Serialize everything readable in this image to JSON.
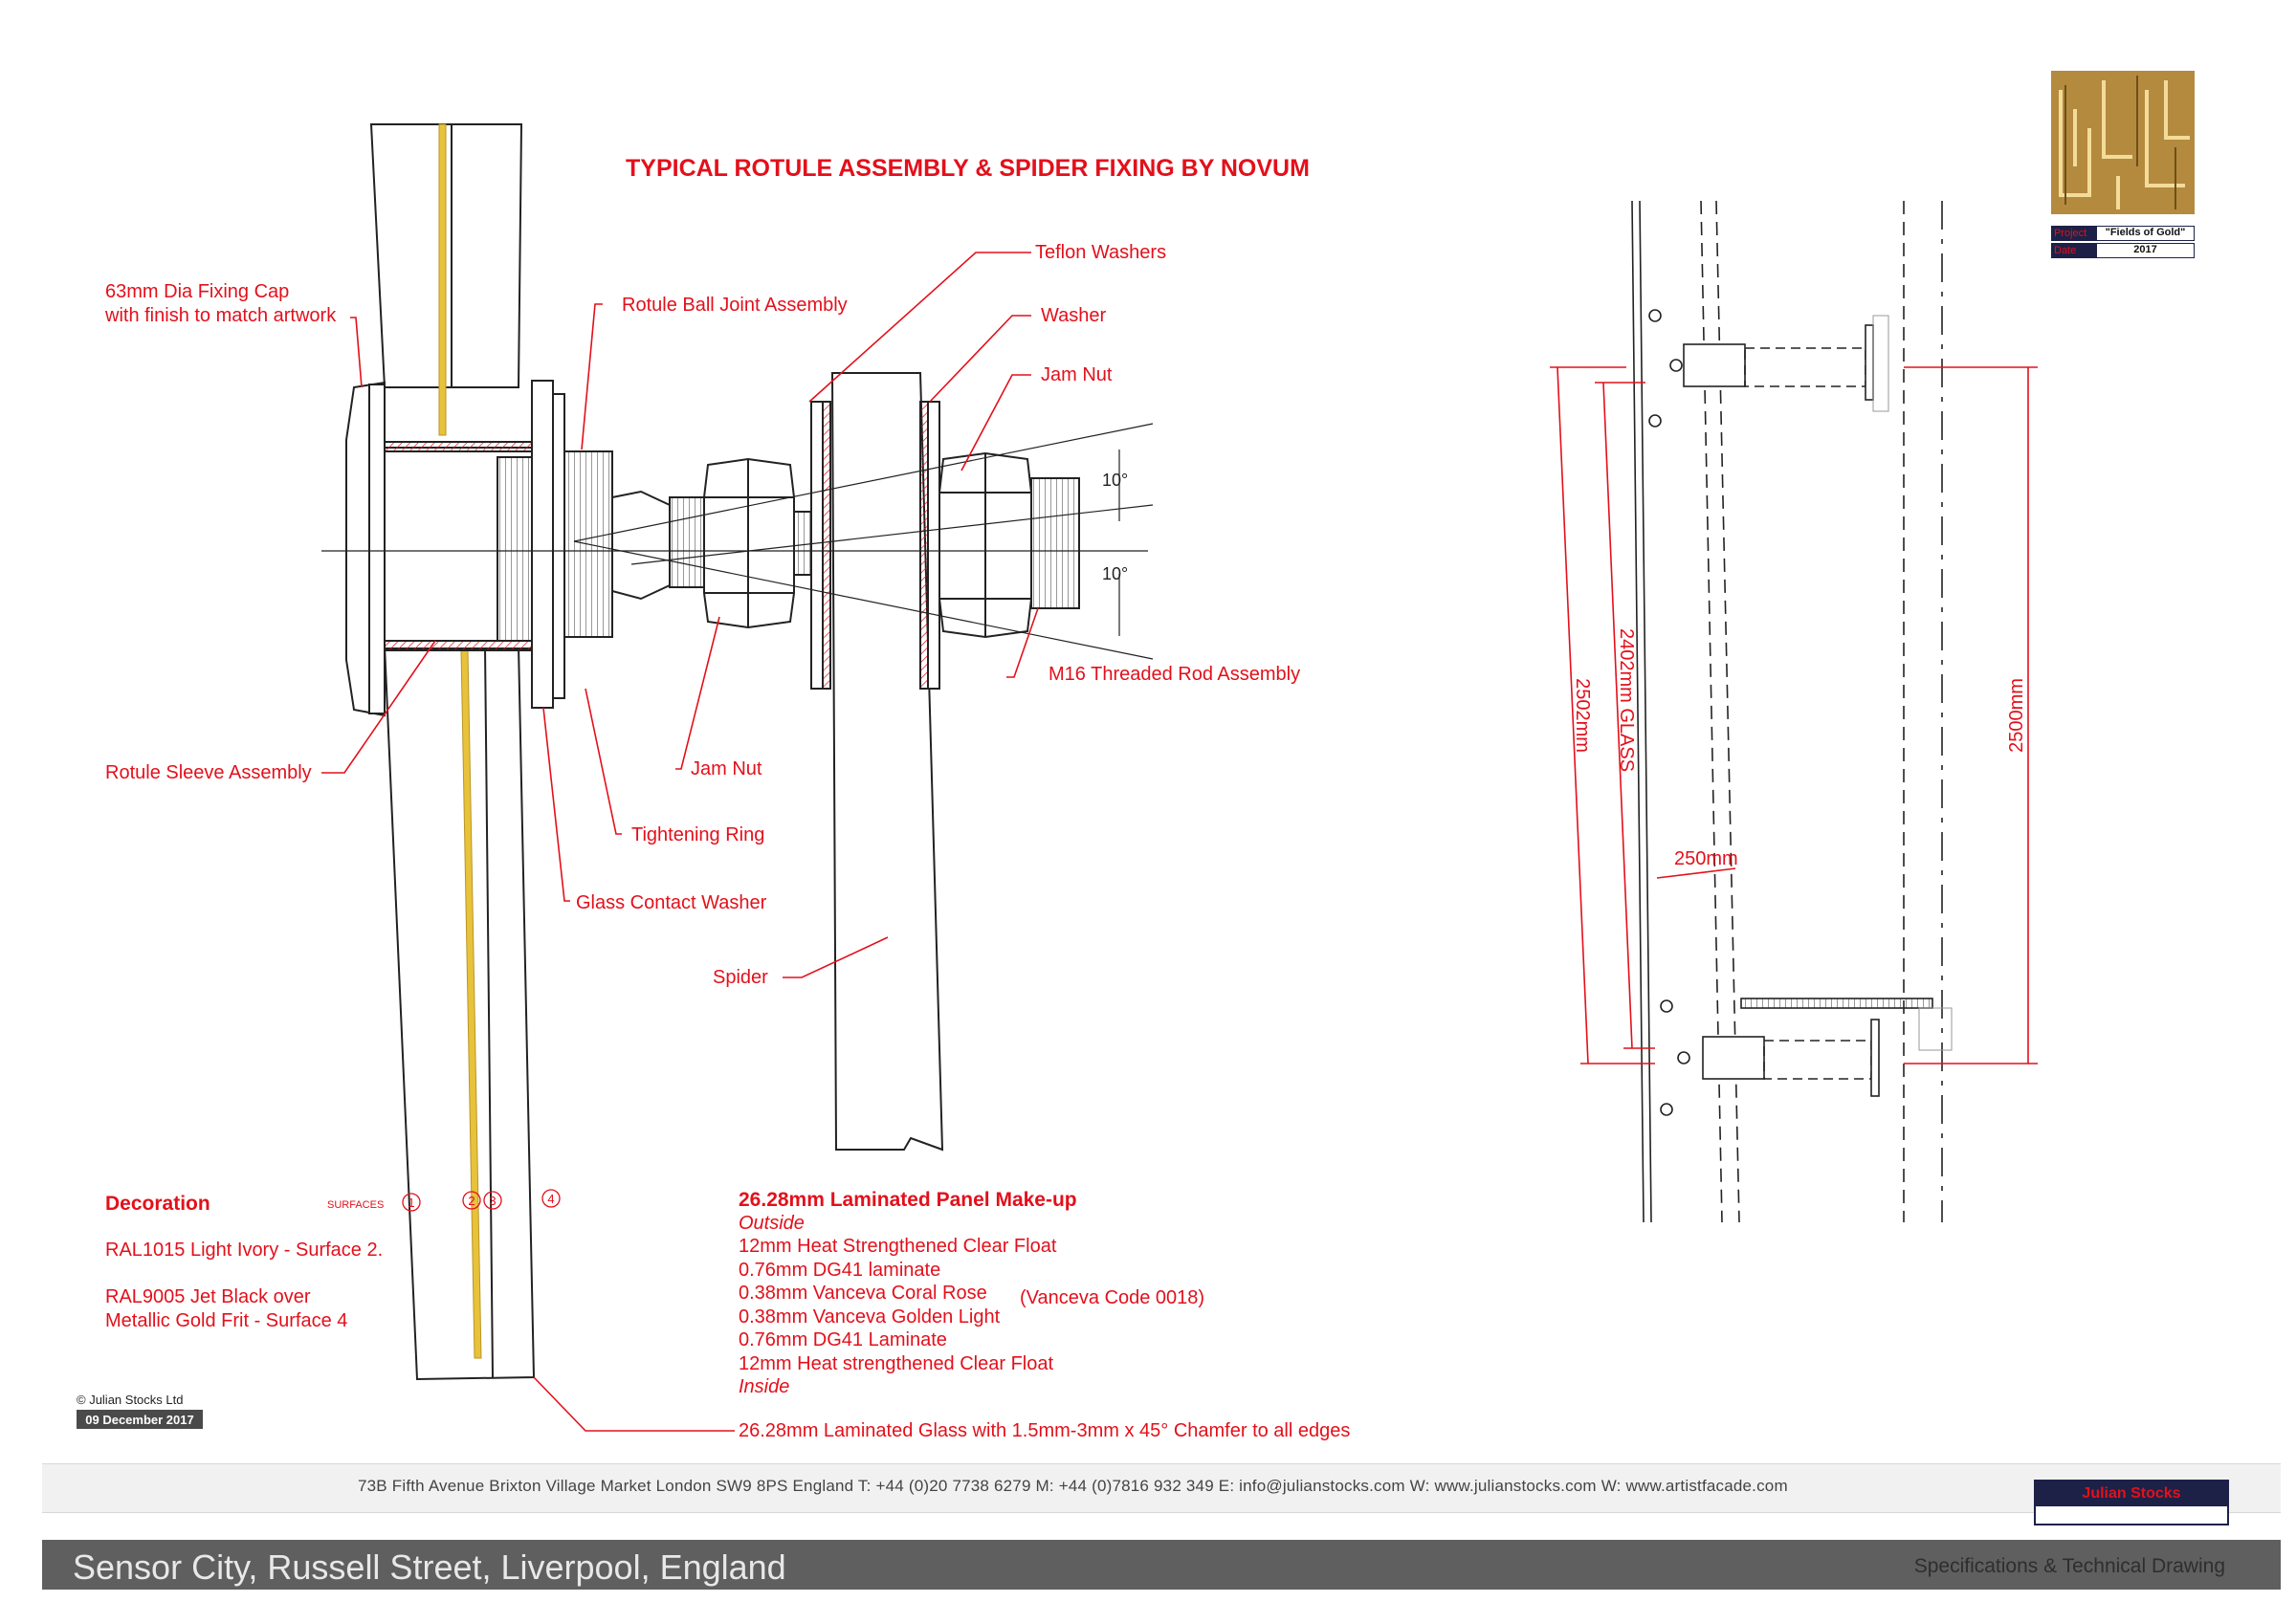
{
  "drawing": {
    "title": "TYPICAL ROTULE ASSEMBLY & SPIDER FIXING BY NOVUM",
    "callouts": {
      "fixing_cap_line1": "63mm Dia Fixing Cap",
      "fixing_cap_line2": "with finish to match artwork",
      "rotule_ball_joint": "Rotule Ball Joint Assembly",
      "teflon_washers": "Teflon Washers",
      "washer": "Washer",
      "jam_nut_top": "Jam Nut",
      "angle_top": "10°",
      "angle_bottom": "10°",
      "m16_rod": "M16 Threaded Rod Assembly",
      "rotule_sleeve": "Rotule Sleeve Assembly",
      "jam_nut_bottom": "Jam Nut",
      "tightening_ring": "Tightening Ring",
      "glass_contact_washer": "Glass Contact Washer",
      "spider": "Spider",
      "laminated_glass_note": "26.28mm Laminated Glass with 1.5mm-3mm x 45° Chamfer to all edges"
    },
    "decoration": {
      "heading": "Decoration",
      "surfaces_label": "SURFACES",
      "surface_numbers": [
        "1",
        "2",
        "3",
        "4"
      ],
      "line1": "RAL1015 Light Ivory - Surface 2.",
      "line2": "RAL9005 Jet Black over",
      "line3": "Metallic Gold Frit - Surface 4"
    },
    "panel_makeup": {
      "heading": "26.28mm Laminated Panel Make-up",
      "outside": "Outside",
      "layers": [
        "12mm Heat Strengthened Clear Float",
        "0.76mm DG41 laminate",
        "0.38mm Vanceva Coral Rose",
        "0.38mm Vanceva Golden Light",
        "0.76mm DG41 Laminate",
        "12mm Heat strengthened Clear Float"
      ],
      "vanceva_code": "(Vanceva Code 0018)",
      "inside": "Inside"
    },
    "copyright": "© Julian Stocks Ltd",
    "date_badge": "09 December 2017"
  },
  "section": {
    "dim_2502": "2502mm",
    "dim_2402": "2402mm  GLASS",
    "dim_250": "250mm",
    "dim_2500": "2500mm"
  },
  "project_box": {
    "project_key": "Project",
    "project_val": "\"Fields of Gold\"",
    "date_key": "Date",
    "date_val": "2017"
  },
  "footer": {
    "contact": "73B Fifth Avenue   Brixton Village Market   London   SW9 8PS   England   T: +44 (0)20 7738 6279   M: +44 (0)7816 932 349   E: info@julianstocks.com   W: www.julianstocks.com   W: www.artistfacade.com",
    "brand": "Julian Stocks",
    "site": "Sensor City, Russell Street, Liverpool, England",
    "doc_type": "Specifications & Technical Drawing"
  },
  "colors": {
    "annotation": "#e3101b",
    "ink": "#222222",
    "gold": "#e8c23a",
    "navy": "#1d2147"
  }
}
